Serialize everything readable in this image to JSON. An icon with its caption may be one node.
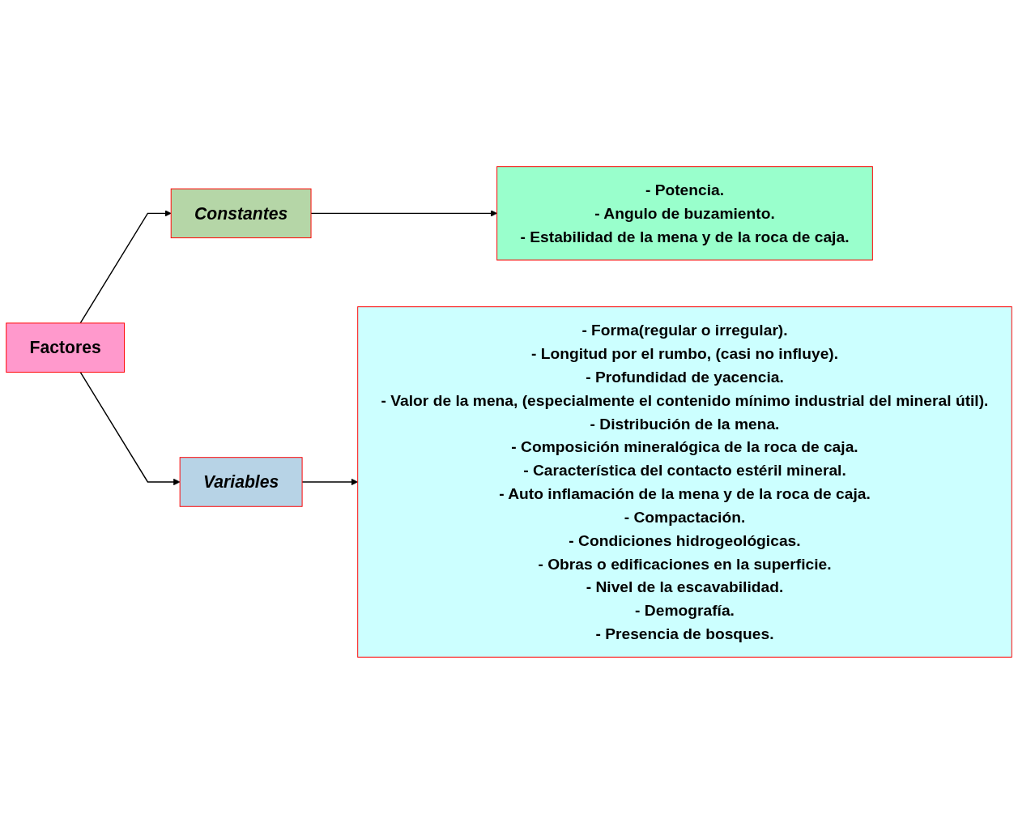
{
  "diagram": {
    "nodes": [
      {
        "text": [
          "Factores"
        ]
      },
      {
        "text": [
          "Constantes"
        ]
      },
      {
        "text": [
          "Variables"
        ]
      },
      {
        "text": [
          "- Potencia.",
          "- Angulo de buzamiento.",
          "- Estabilidad de la mena y de la roca de caja."
        ]
      },
      {
        "text": [
          "- Forma(regular o irregular).",
          "- Longitud por el rumbo, (casi no influye).",
          "- Profundidad de yacencia.",
          "- Valor de la mena, (especialmente el contenido mínimo industrial del mineral útil).",
          "- Distribución de la mena.",
          "- Composición mineralógica de la roca de caja.",
          "- Característica del contacto estéril mineral.",
          "- Auto inflamación de la mena y de la roca de caja.",
          "- Compactación.",
          "- Condiciones hidrogeológicas.",
          "- Obras o edificaciones en la superficie.",
          "- Nivel de la escavabilidad.",
          "- Demografía.",
          "- Presencia de bosques."
        ]
      }
    ],
    "edges": [
      {
        "from": 0,
        "to": 1,
        "arrow": "to"
      },
      {
        "from": 0,
        "to": 2,
        "arrow": "to"
      },
      {
        "from": 1,
        "to": 3,
        "arrow": "to"
      },
      {
        "from": 2,
        "to": 4,
        "arrow": "to"
      }
    ]
  }
}
